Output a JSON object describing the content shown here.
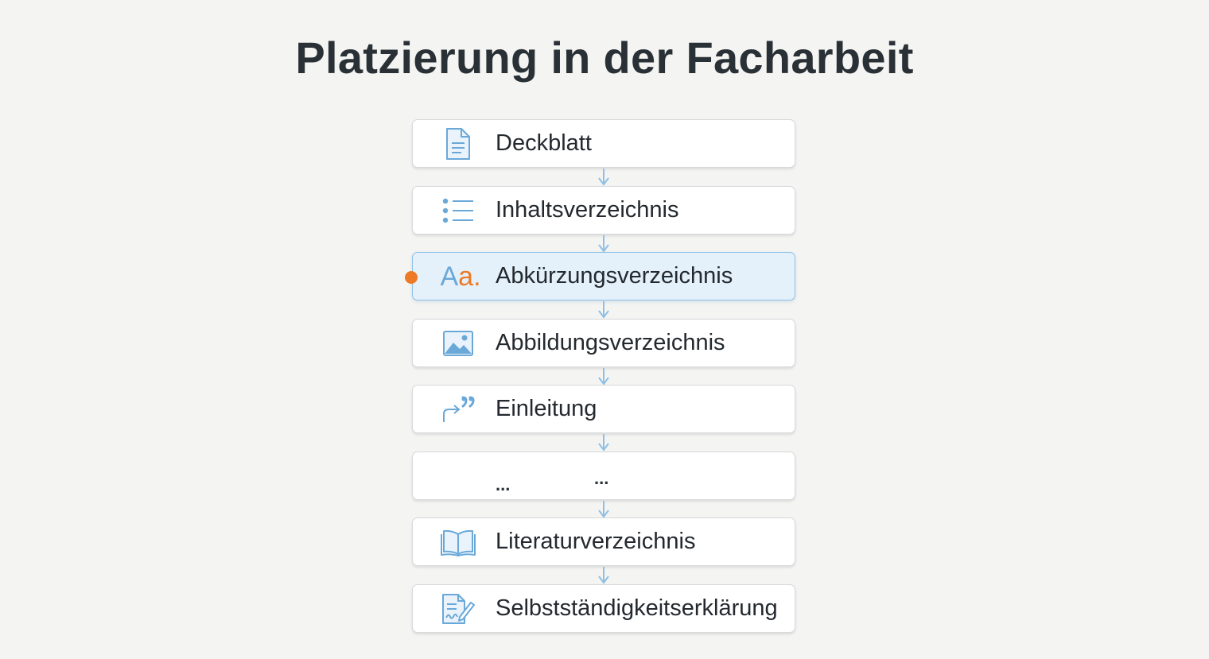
{
  "title": "Platzierung in der Facharbeit",
  "colors": {
    "background": "#f4f4f2",
    "accent_blue": "#6aa8d8",
    "highlight_fill": "#e4f1fb",
    "highlight_border": "#8fc0e6",
    "marker_orange": "#ec7a26"
  },
  "steps": [
    {
      "label": "Deckblatt",
      "icon": "document-icon"
    },
    {
      "label": "Inhaltsverzeichnis",
      "icon": "list-icon"
    },
    {
      "label": "Abkürzungsverzeichnis",
      "icon": "abbreviation-icon",
      "icon_text_upper": "A",
      "icon_text_lower": "a.",
      "highlighted": true
    },
    {
      "label": "Abbildungsverzeichnis",
      "icon": "image-icon"
    },
    {
      "label": "Einleitung",
      "icon": "quote-arrow-icon"
    },
    {
      "label": "...",
      "label2": "...",
      "icon": "none"
    },
    {
      "label": "Literaturverzeichnis",
      "icon": "open-book-icon"
    },
    {
      "label": "Selbstständigkeitserklärung",
      "icon": "signed-document-icon"
    }
  ]
}
